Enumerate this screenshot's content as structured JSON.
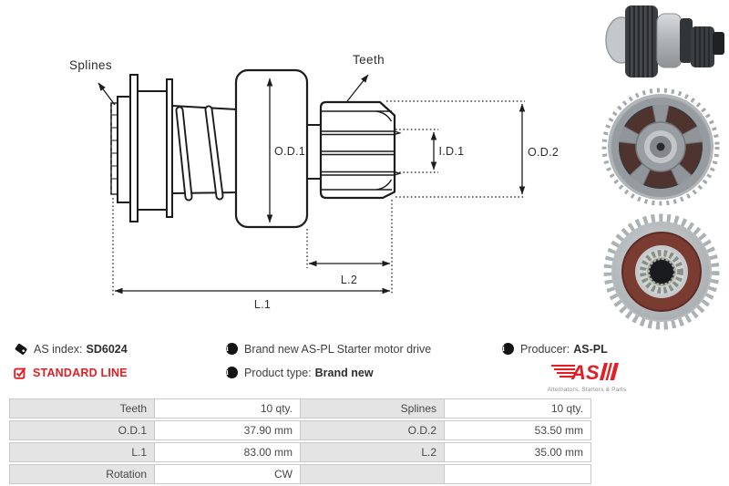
{
  "diagram": {
    "labels": {
      "splines": "Splines",
      "teeth": "Teeth",
      "od1": "O.D.1",
      "id1": "I.D.1",
      "od2": "O.D.2",
      "l2": "L.2",
      "l1": "L.1"
    }
  },
  "info_bar": {
    "as_index": {
      "label": "AS index:",
      "value": "SD6024"
    },
    "standard_line": "STANDARD LINE",
    "description": "Brand new AS-PL Starter motor drive",
    "product_type": {
      "label": "Product type:",
      "value": "Brand new"
    },
    "producer": {
      "label": "Producer:",
      "value": "AS-PL"
    },
    "logo": {
      "text": "AS",
      "tagline": "Alternators, Starters & Parts"
    }
  },
  "spec_table": {
    "rows": [
      {
        "l1": "Teeth",
        "v1": "10 qty.",
        "l2": "Splines",
        "v2": "10 qty."
      },
      {
        "l1": "O.D.1",
        "v1": "37.90 mm",
        "l2": "O.D.2",
        "v2": "53.50 mm"
      },
      {
        "l1": "L.1",
        "v1": "83.00 mm",
        "l2": "L.2",
        "v2": "35.00 mm"
      },
      {
        "l1": "Rotation",
        "v1": "CW",
        "l2": "",
        "v2": ""
      }
    ]
  },
  "colors": {
    "accent_red": "#e31e24",
    "line_color": "#1c1c1c",
    "table_label_bg": "#e4e4e4",
    "table_border": "#c9c9c9"
  }
}
